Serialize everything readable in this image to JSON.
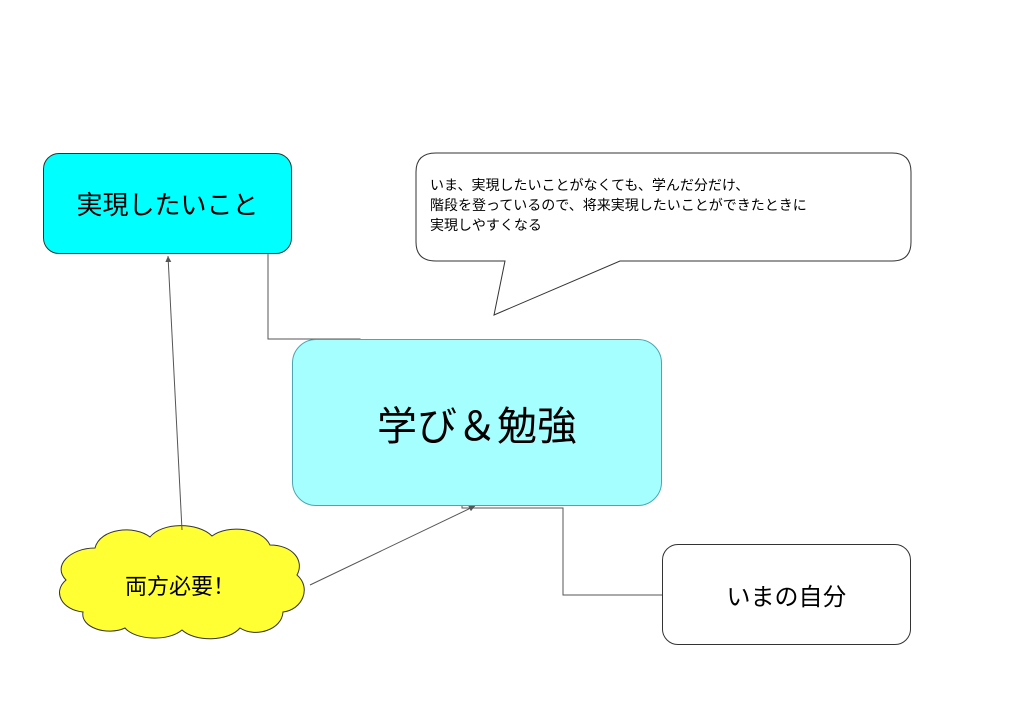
{
  "colors": {
    "goal_fill": "#00ffff",
    "study_fill": "#a6ffff",
    "self_fill": "#ffffff",
    "cloud_fill": "#ffff33",
    "callout_fill": "#ffffff",
    "connector": "#555555"
  },
  "nodes": {
    "goal": {
      "label": "実現したいこと"
    },
    "study": {
      "label": "学び＆勉強"
    },
    "self": {
      "label": "いまの自分"
    },
    "need_both": {
      "label": "両方必要！"
    }
  },
  "callout": {
    "lines": [
      "いま、実現したいことがなくても、学んだ分だけ、",
      "階段を登っているので、将来実現したいことができたときに",
      "実現しやすくなる"
    ]
  }
}
